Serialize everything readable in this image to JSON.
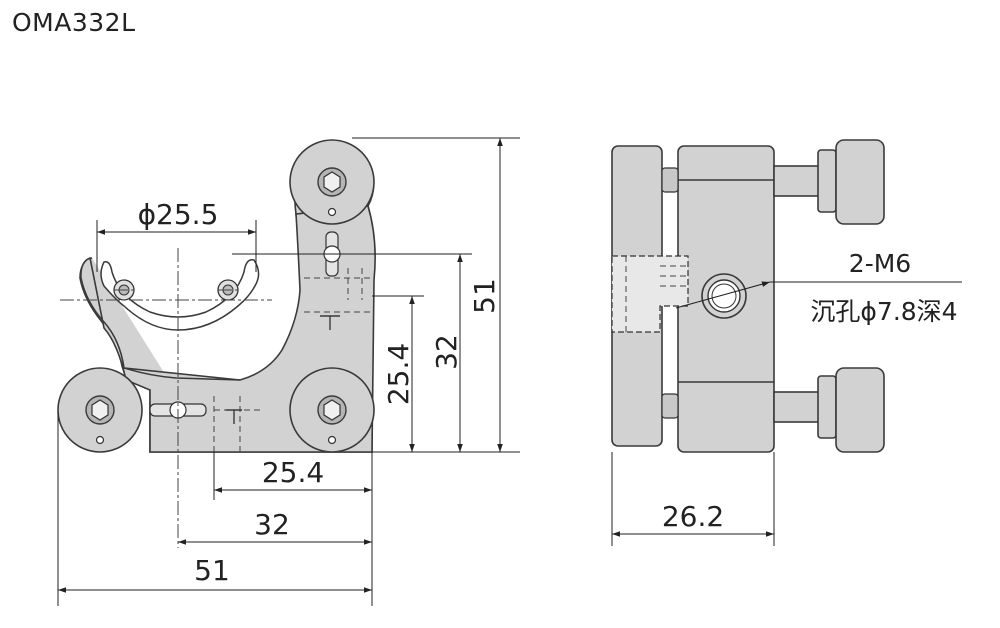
{
  "title": "OMA332L",
  "dimensions": {
    "bore_diameter": "ϕ25.5",
    "width_overall": "51",
    "width_32": "32",
    "width_25_4": "25.4",
    "height_overall": "51",
    "height_32": "32",
    "height_25_4": "25.4",
    "side_thickness": "26.2"
  },
  "callout": {
    "thread": "2-M6",
    "counterbore": "沉孔ϕ7.8深4"
  },
  "colors": {
    "part_fill": "#d2d2d2",
    "line": "#3a3a3a",
    "background": "#ffffff"
  }
}
